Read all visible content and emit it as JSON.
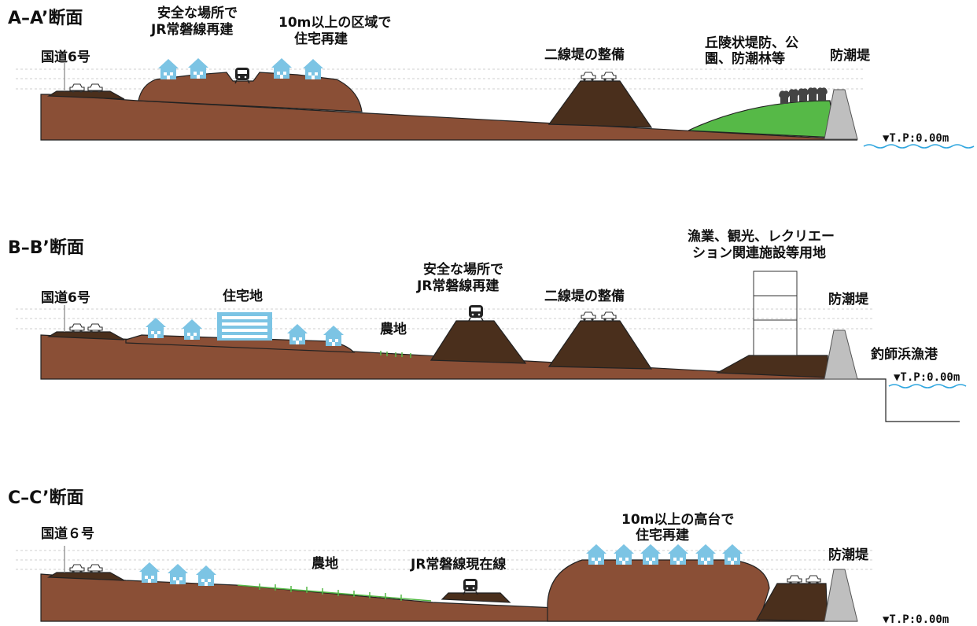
{
  "sections": [
    {
      "id": "A",
      "title": "A–A’断面",
      "labels": {
        "route6": "国道6号",
        "jr_line1": "安全な場所で",
        "jr_line2": "JR常磐線再建",
        "housing_line1": "10m以上の区域で",
        "housing_line2": "住宅再建",
        "levee": "二線堤の整備",
        "hill_line1": "丘陵状堤防、公",
        "hill_line2": "園、防潮林等",
        "seawall": "防潮堤",
        "tp": "▼T.P:0.00m"
      }
    },
    {
      "id": "B",
      "title": "B–B’断面",
      "labels": {
        "route6": "国道6号",
        "residential": "住宅地",
        "farmland": "農地",
        "jr_line1": "安全な場所で",
        "jr_line2": "JR常磐線再建",
        "levee": "二線堤の整備",
        "use_line1": "漁業、観光、レクリエー",
        "use_line2": "ション関連施設等用地",
        "seawall": "防潮堤",
        "port": "釣師浜漁港",
        "tp": "▼T.P:0.00m"
      }
    },
    {
      "id": "C",
      "title": "C–C’断面",
      "labels": {
        "route6": "国道６号",
        "farmland": "農地",
        "jr_current": "JR常磐線現在線",
        "housing_line1": "10m以上の高台で",
        "housing_line2": "住宅再建",
        "seawall": "防潮堤",
        "tp": "▼T.P:0.00m"
      }
    }
  ],
  "colors": {
    "ground": "#8a4f36",
    "levee": "#4a2f1c",
    "green": "#56b947",
    "seawall": "#bfbfbf",
    "house": "#7cc4e4",
    "water": "#2fa6df"
  },
  "icons": [
    "house-icon",
    "car-icon",
    "train-icon",
    "tree-icon",
    "building-icon",
    "crop-icon"
  ]
}
